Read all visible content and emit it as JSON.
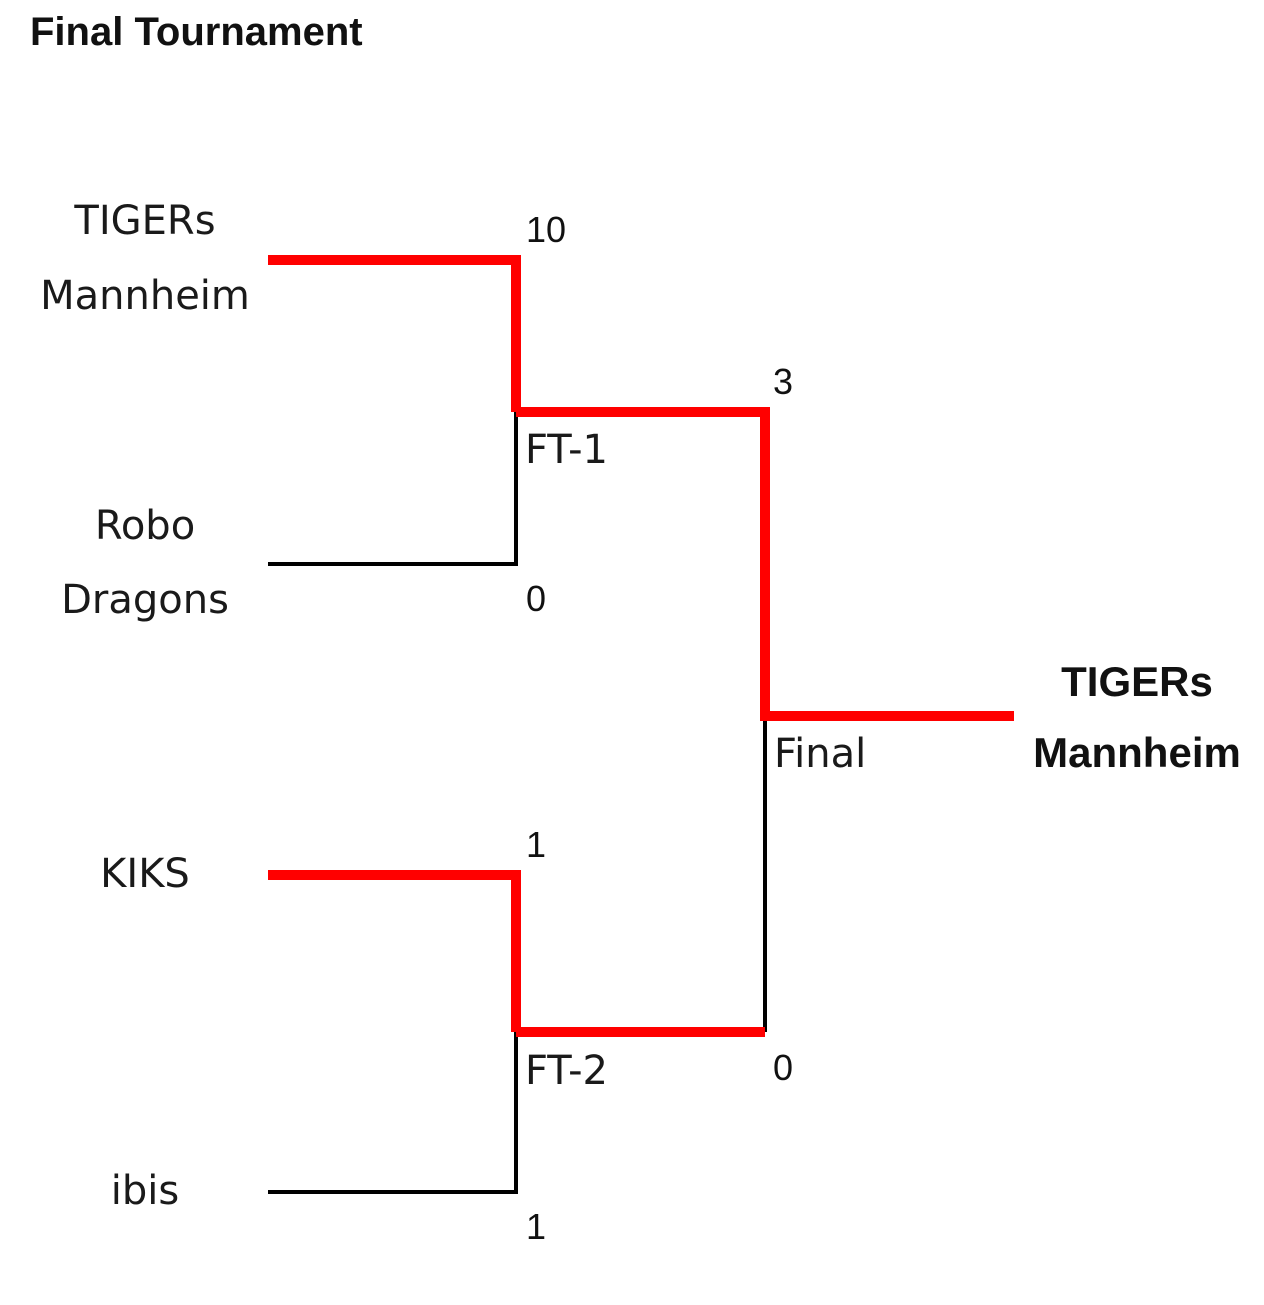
{
  "title": "Final Tournament",
  "colors": {
    "winner_path": "#ff0000",
    "loser_path": "#000000"
  },
  "teams": [
    {
      "line1": "TIGERs",
      "line2": "Mannheim"
    },
    {
      "line1": "Robo",
      "line2": "Dragons"
    },
    {
      "line1": "KIKS",
      "line2": ""
    },
    {
      "line1": "ibis",
      "line2": ""
    }
  ],
  "matches": {
    "ft1": {
      "label": "FT-1",
      "score_top": "10",
      "score_bottom": "0"
    },
    "ft2": {
      "label": "FT-2",
      "score_top": "1",
      "score_bottom": "1"
    },
    "final": {
      "label": "Final",
      "score_top": "3",
      "score_bottom": "0"
    }
  },
  "champion": {
    "line1": "TIGERs",
    "line2": "Mannheim"
  }
}
